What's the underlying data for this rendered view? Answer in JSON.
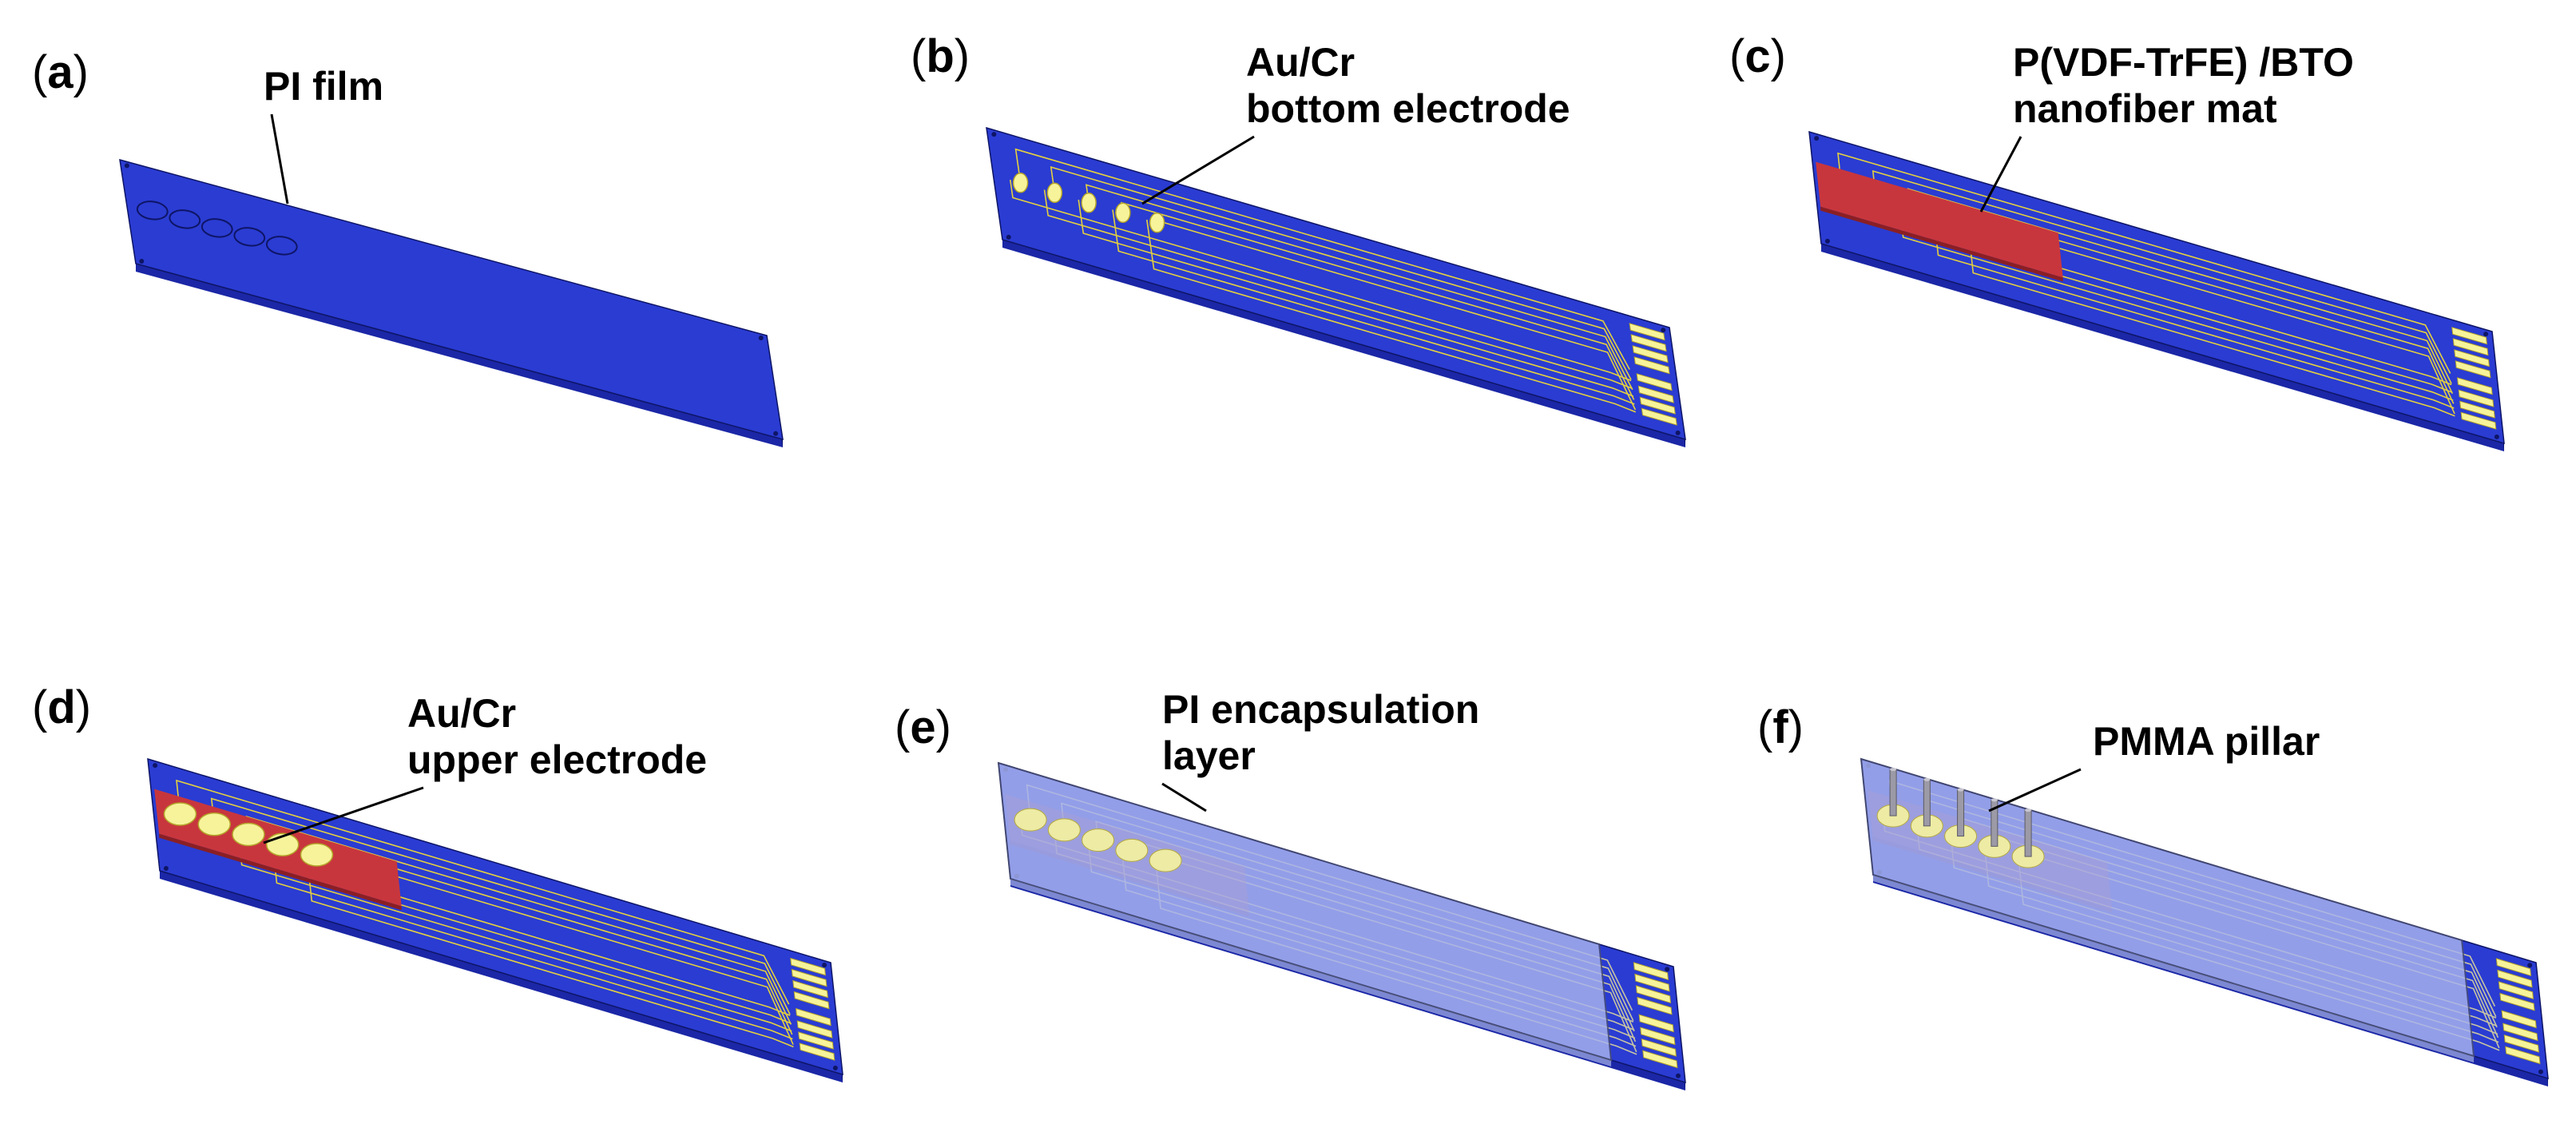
{
  "colors": {
    "substrate_top": "#2a3cd2",
    "substrate_side": "#1b27a6",
    "substrate_dark": "#0e1566",
    "electrode": "#f7f39a",
    "electrode_edge": "#b4a42a",
    "trace": "#e4d03e",
    "nanofiber": "#c8363d",
    "nanofiber_side": "#8a1f24",
    "encap_top": "#a9b4ee",
    "encap_side": "#8894d8",
    "encap_edge": "#4a4f70",
    "pillar": "#9c9aa6",
    "callout_line": "#000000"
  },
  "panels": [
    {
      "id": "a",
      "label": "a",
      "callout": [
        "PI film"
      ],
      "stage": 1
    },
    {
      "id": "b",
      "label": "b",
      "callout": [
        "Au/Cr",
        "bottom electrode"
      ],
      "stage": 2
    },
    {
      "id": "c",
      "label": "c",
      "callout": [
        "P(VDF-TrFE) /BTO",
        "nanofiber mat"
      ],
      "stage": 3
    },
    {
      "id": "d",
      "label": "d",
      "callout": [
        "Au/Cr",
        "upper electrode"
      ],
      "stage": 4
    },
    {
      "id": "e",
      "label": "e",
      "callout": [
        "PI encapsulation",
        "layer"
      ],
      "stage": 5
    },
    {
      "id": "f",
      "label": "f",
      "callout": [
        "PMMA pillar"
      ],
      "stage": 6
    }
  ]
}
